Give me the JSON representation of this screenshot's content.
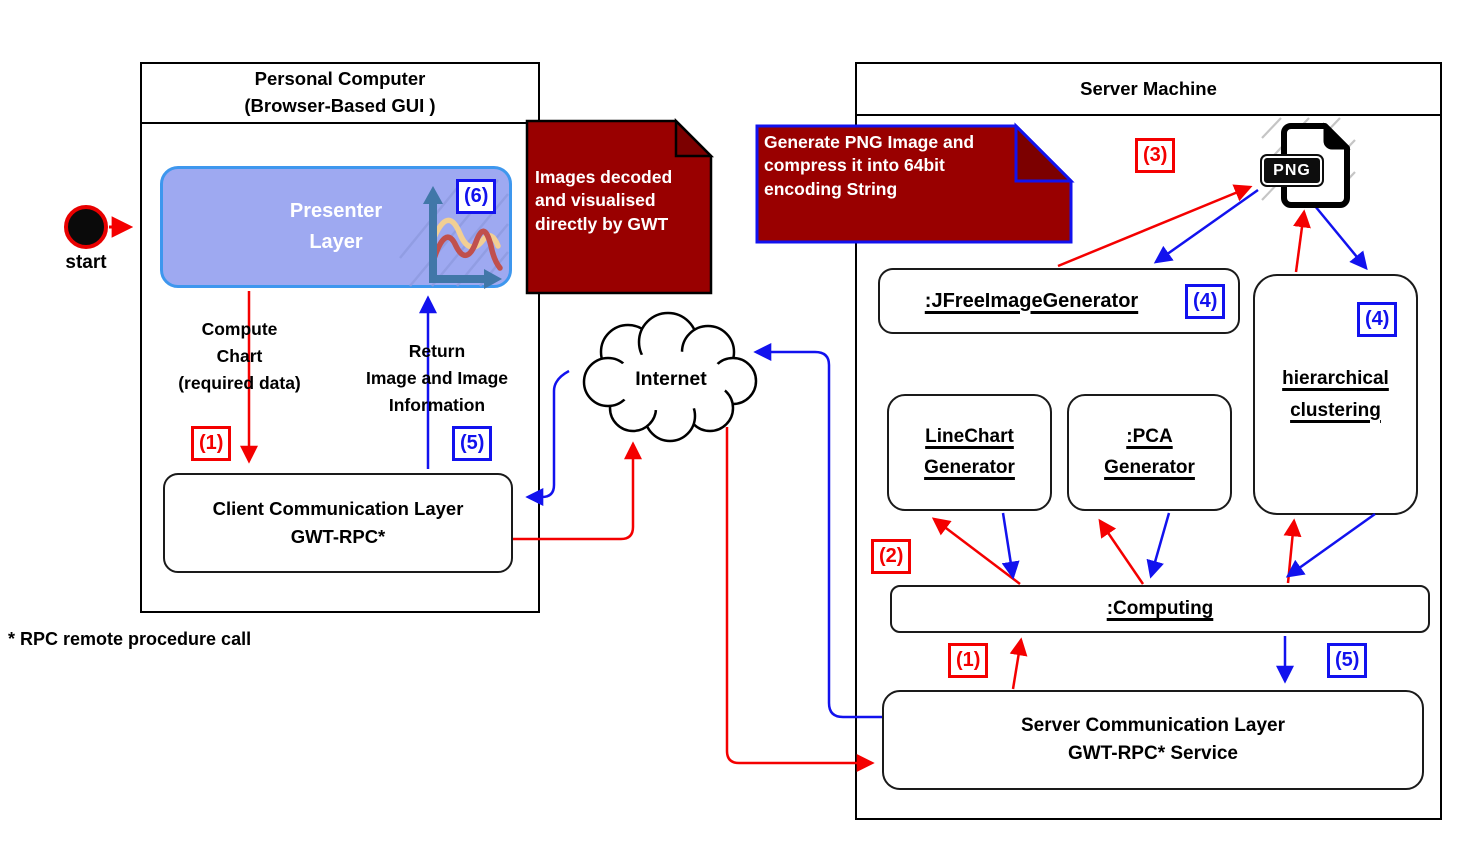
{
  "diagram": {
    "start": {
      "label": "start"
    },
    "footnote": "* RPC remote procedure call",
    "internet": {
      "label": "Internet"
    },
    "notes": {
      "images_decoded": "Images decoded and visualised directly by GWT",
      "generate_png": "Generate PNG Image and compress it into 64bit encoding String"
    },
    "pc": {
      "title": "Personal Computer\n(Browser-Based GUI )",
      "presenter_label": "Presenter\nLayer",
      "compute_chart_label": "Compute\nChart\n(required data)",
      "return_image_label": "Return\nImage and Image\nInformation",
      "client_comm_label": "Client Communication Layer\nGWT-RPC*",
      "badge_1": "(1)",
      "badge_5": "(5)",
      "badge_6": "(6)"
    },
    "server": {
      "title": "Server Machine",
      "png_label": "PNG",
      "jfree_label": ":JFreeImageGenerator",
      "linechart_label": "LineChart\nGenerator",
      "pca_label": ":PCA\nGenerator",
      "hierarchical_label": "hierarchical\nclustering",
      "computing_label": ":Computing",
      "server_comm_label": "Server Communication Layer\nGWT-RPC* Service",
      "badge_1": "(1)",
      "badge_2": "(2)",
      "badge_3": "(3)",
      "badge_4": "(4)",
      "badge_5": "(5)"
    },
    "colors": {
      "arrow_red": "#f40000",
      "arrow_blue": "#1212ee",
      "note_fill": "#990000",
      "presenter_fill": "#9ea9f1",
      "presenter_border": "#3e97ee"
    }
  }
}
